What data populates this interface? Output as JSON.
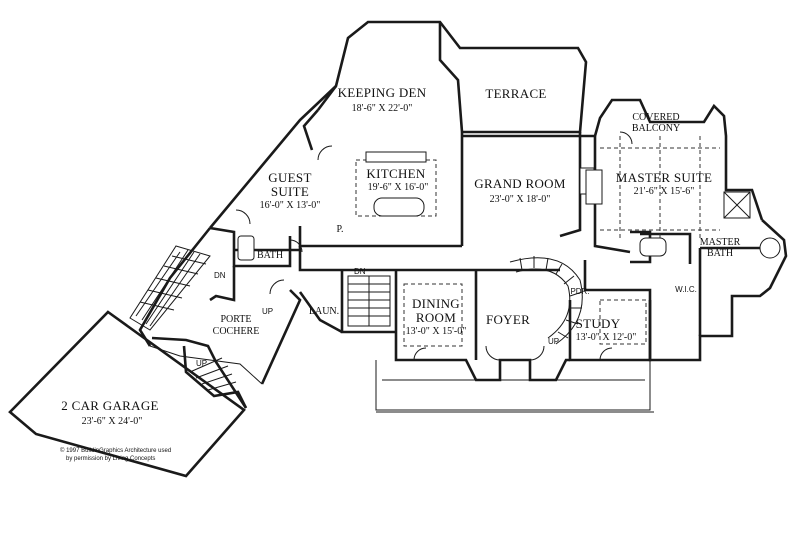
{
  "rooms": {
    "keeping_den": {
      "name": "KEEPING DEN",
      "dims": "18'-6\" X 22'-0\""
    },
    "terrace": {
      "name": "TERRACE"
    },
    "covered_balcony": {
      "line1": "COVERED",
      "line2": "BALCONY"
    },
    "kitchen": {
      "name": "KITCHEN",
      "dims": "19'-6\" X 16'-0\""
    },
    "guest_suite": {
      "line1": "GUEST",
      "line2": "SUITE",
      "dims": "16'-0\" X 13'-0\""
    },
    "grand_room": {
      "name": "GRAND ROOM",
      "dims": "23'-0\" X 18'-0\""
    },
    "master_suite": {
      "name": "MASTER SUITE",
      "dims": "21'-6\" X 15'-6\""
    },
    "master_bath": {
      "line1": "MASTER",
      "line2": "BATH"
    },
    "bath": {
      "name": "BATH"
    },
    "pantry": {
      "name": "P."
    },
    "laundry": {
      "name": "LAUN."
    },
    "porte_cochere": {
      "line1": "PORTE",
      "line2": "COCHERE"
    },
    "dining_room": {
      "line1": "DINING",
      "line2": "ROOM",
      "dims": "13'-0\" X 15'-0\""
    },
    "foyer": {
      "name": "FOYER"
    },
    "study": {
      "name": "STUDY",
      "dims": "13'-0\" X 12'-0\""
    },
    "wic": {
      "name": "W.I.C."
    },
    "pdr": {
      "name": "PDR."
    },
    "garage": {
      "name": "2 CAR GARAGE",
      "dims": "23'-6\" X 24'-0\""
    }
  },
  "stairs": {
    "dn_1": "DN",
    "dn_2": "DN",
    "up_1": "UP",
    "up_2": "UP",
    "up_3": "UP"
  },
  "copyright": {
    "line1": "© 1997 BuildinGraphics Architecture used",
    "line2": "by permission by Living Concepts"
  }
}
